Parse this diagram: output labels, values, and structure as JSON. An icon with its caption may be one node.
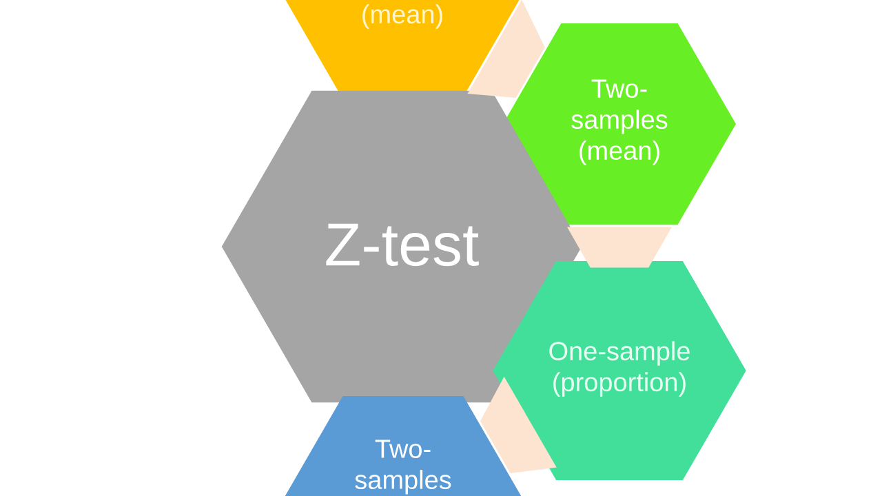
{
  "diagram": {
    "nodes": [
      {
        "text": [
          "(mean)"
        ]
      },
      {
        "text": [
          "Two- samples (mean)"
        ]
      },
      {
        "text": [
          "Z-test"
        ]
      },
      {
        "text": [
          "One-sample (proportion)"
        ]
      },
      {
        "text": [
          "Two- samples"
        ]
      }
    ],
    "edges": [
      {
        "from": 0,
        "to": 1,
        "arrow": "none"
      },
      {
        "from": 1,
        "to": 3,
        "arrow": "none"
      },
      {
        "from": 3,
        "to": 4,
        "arrow": "none"
      }
    ]
  }
}
